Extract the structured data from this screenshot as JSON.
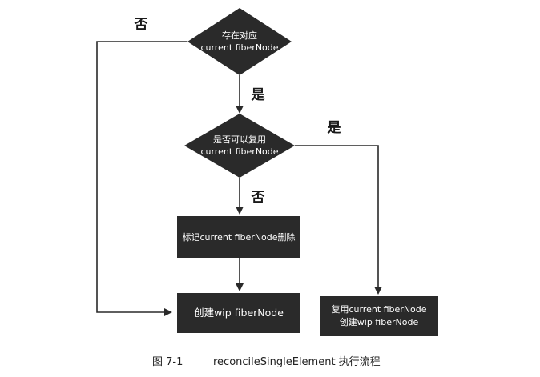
{
  "nodes": {
    "decision_exists": {
      "line1": "存在对应",
      "line2": "current fiberNode"
    },
    "decision_reuse": {
      "line1": "是否可以复用",
      "line2": "current fiberNode"
    },
    "process_mark_delete": {
      "label": "标记current fiberNode删除"
    },
    "process_create_wip": {
      "label": "创建wip fiberNode"
    },
    "process_reuse_create": {
      "line1": "复用current fiberNode",
      "line2": "创建wip fiberNode"
    }
  },
  "edges": {
    "exists_no": "否",
    "exists_yes": "是",
    "reuse_no": "否",
    "reuse_yes": "是"
  },
  "caption": {
    "figure_no": "图 7-1",
    "text": "reconcileSingleElement 执行流程"
  },
  "colors": {
    "node_fill": "#2a2a2a",
    "node_text": "#ffffff",
    "line": "#2a2a2a",
    "background": "#ffffff"
  }
}
